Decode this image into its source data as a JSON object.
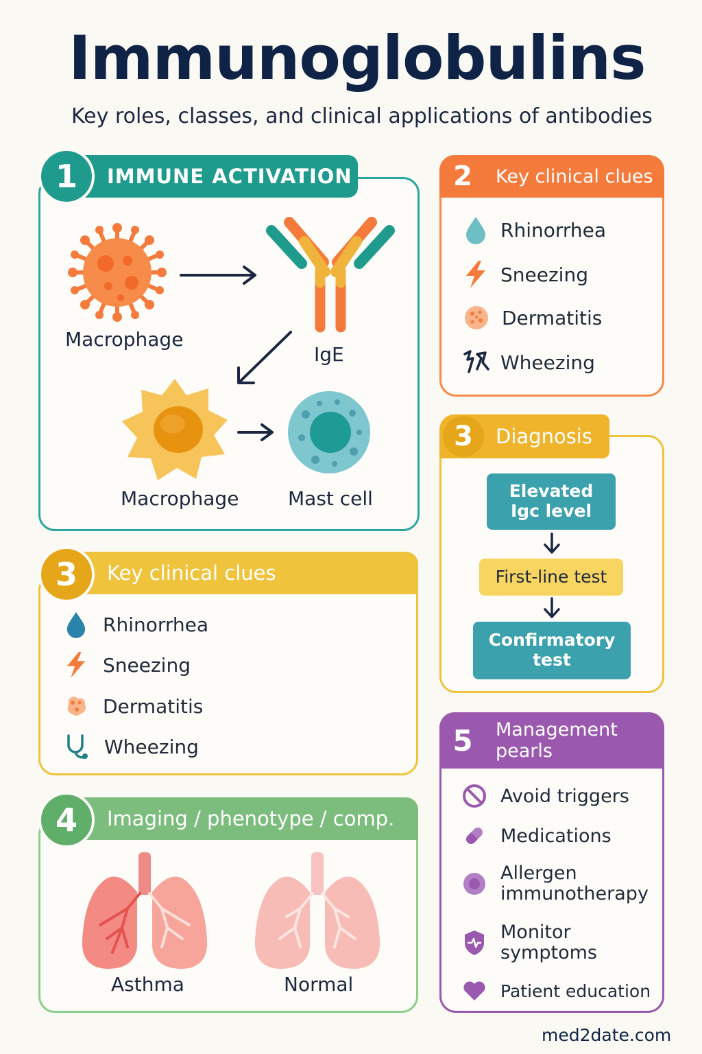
{
  "header": {
    "title": "Immunoglobulins",
    "subtitle": "Key roles, classes, and clinical applications of antibodies"
  },
  "colors": {
    "teal": "#1f9b8e",
    "orange": "#f47b3c",
    "yellow": "#f0c33c",
    "gold": "#e6a619",
    "green": "#7cbd7e",
    "purple": "#9a58ae",
    "navy": "#0f2346",
    "flow_teal": "#3aa1ad"
  },
  "sections": {
    "immune_activation": {
      "number": "1",
      "title": "IMMUNE ACTIVATION",
      "labels": {
        "macrophage_top": "Macrophage",
        "ige": "IgE",
        "macrophage_bottom": "Macrophage",
        "mast_cell": "Mast cell"
      }
    },
    "clues_right": {
      "number": "2",
      "title": "Key clinical clues",
      "items": [
        {
          "label": "Rhinorrhea",
          "icon": "droplet-icon"
        },
        {
          "label": "Sneezing",
          "icon": "lightning-icon"
        },
        {
          "label": "Dermatitis",
          "icon": "skin-patch-icon"
        },
        {
          "label": "Wheezing",
          "icon": "airway-icon"
        }
      ]
    },
    "diagnosis": {
      "number": "3",
      "title": "Diagnosis",
      "steps": [
        {
          "label_line1": "Elevated",
          "label_line2": "Igc level"
        },
        {
          "label_line1": "First-line test"
        },
        {
          "label_line1": "Confirmatory",
          "label_line2": "test"
        }
      ]
    },
    "clues_left": {
      "number": "3",
      "title": "Key clinical clues",
      "items": [
        {
          "label": "Rhinorrhea",
          "icon": "droplet-icon"
        },
        {
          "label": "Sneezing",
          "icon": "lightning-icon"
        },
        {
          "label": "Dermatitis",
          "icon": "skin-patch-icon"
        },
        {
          "label": "Wheezing",
          "icon": "stethoscope-icon"
        }
      ]
    },
    "imaging": {
      "number": "4",
      "title": "Imaging / phenotype / comp.",
      "labels": {
        "asthma": "Asthma",
        "normal": "Normal"
      }
    },
    "management": {
      "number": "5",
      "title_line1": "Management",
      "title_line2": "pearls",
      "items": [
        {
          "label_line1": "Avoid triggers",
          "icon": "no-entry-icon"
        },
        {
          "label_line1": "Medications",
          "icon": "pill-icon"
        },
        {
          "label_line1": "Allergen",
          "label_line2": "immunotherapy",
          "icon": "circle-dot-icon"
        },
        {
          "label_line1": "Monitor",
          "label_line2": "symptoms",
          "icon": "shield-pulse-icon"
        },
        {
          "label_line1": "Patient education",
          "icon": "heart-icon"
        }
      ]
    }
  },
  "footer": {
    "brand": "med2date.com"
  }
}
